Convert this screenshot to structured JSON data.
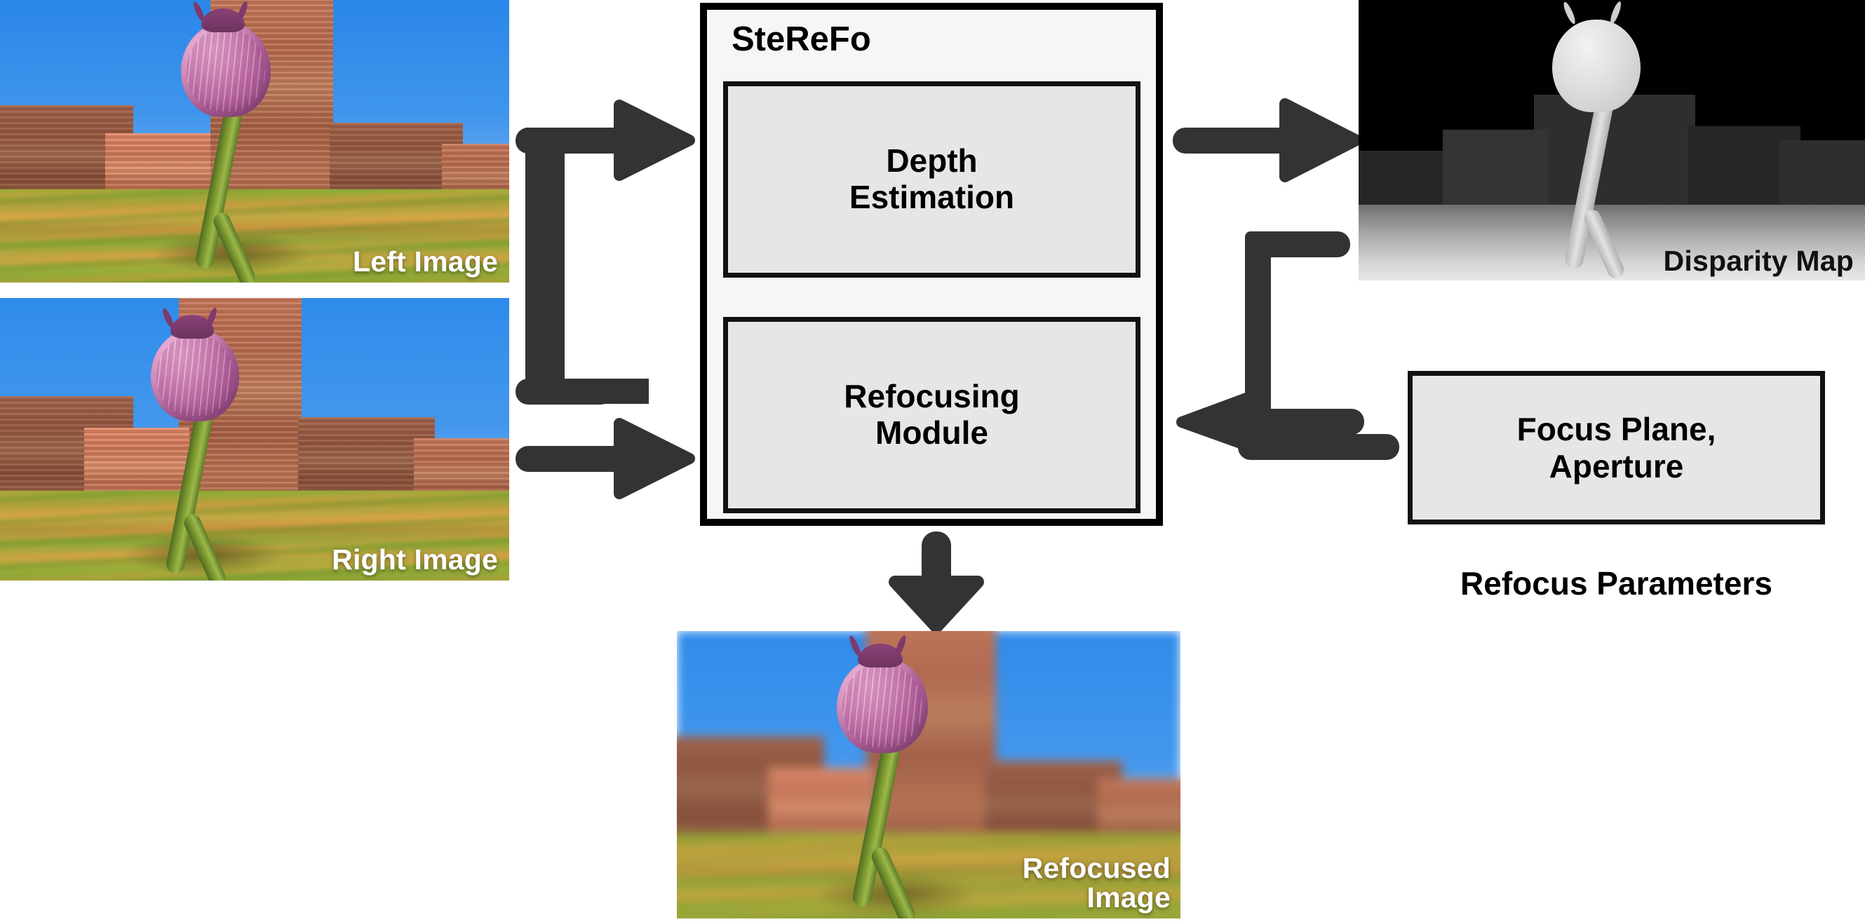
{
  "diagram": {
    "title": "SteReFo stereo refocusing pipeline",
    "accent_dark": "#333333",
    "box_fill": "#e6e6e6",
    "outer_fill": "#f6f6f6",
    "stroke": "#000000"
  },
  "pipeline": {
    "system_title": "SteReFo",
    "modules": [
      {
        "id": "depth",
        "label_line1": "Depth",
        "label_line2": "Estimation"
      },
      {
        "id": "refocus",
        "label_line1": "Refocusing",
        "label_line2": "Module"
      }
    ]
  },
  "inputs": {
    "left_image_caption": "Left Image",
    "right_image_caption": "Right Image"
  },
  "outputs": {
    "disparity_caption": "Disparity Map",
    "refocused_caption_line1": "Refocused",
    "refocused_caption_line2": "Image"
  },
  "parameters": {
    "box_line1": "Focus Plane,",
    "box_line2": "Aperture",
    "group_label": "Refocus Parameters"
  },
  "arrows": [
    {
      "id": "left-split-to-depth",
      "from": "left-image",
      "to": "depth-estimation",
      "direction": "right"
    },
    {
      "id": "left-split-to-refocus",
      "from": "left-image",
      "to": "refocusing-module",
      "direction": "right"
    },
    {
      "id": "right-image-to-refocus",
      "from": "right-image",
      "to": "refocusing-module",
      "direction": "right"
    },
    {
      "id": "depth-to-disparity",
      "from": "depth-estimation",
      "to": "disparity-map",
      "direction": "right"
    },
    {
      "id": "disparity-to-refocus",
      "from": "disparity-map",
      "to": "refocusing-module",
      "direction": "left"
    },
    {
      "id": "params-to-refocus",
      "from": "focus-plane-aperture",
      "to": "refocusing-module",
      "direction": "left"
    },
    {
      "id": "refocus-to-output",
      "from": "refocusing-module",
      "to": "refocused-image",
      "direction": "down"
    }
  ]
}
